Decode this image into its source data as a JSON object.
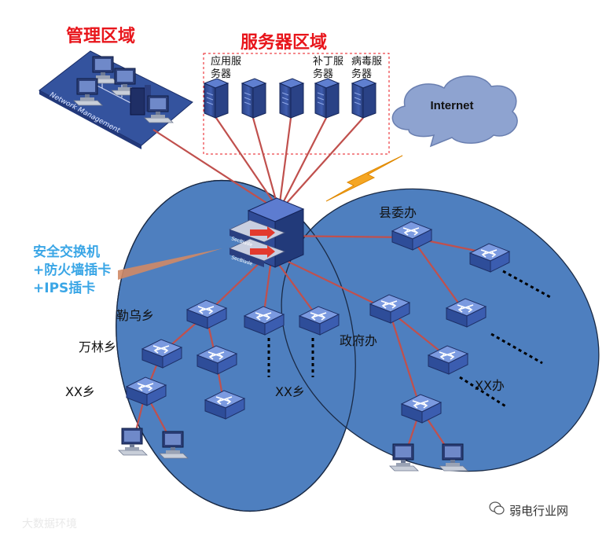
{
  "labels": {
    "mgmt_zone": "管理区域",
    "server_zone": "服务器区域",
    "internet": "Internet",
    "network_management": "Network Management",
    "app_server": [
      "应用服",
      "务器"
    ],
    "patch_server": [
      "补丁服",
      "务器"
    ],
    "av_server": [
      "病毒服",
      "务器"
    ],
    "security_switch": [
      "安全交换机",
      "+防火墙插卡",
      "+IPS插卡"
    ],
    "card_label": "SecBlade",
    "county_office": "县委办",
    "gov_office": "政府办",
    "xx_office": "XX办",
    "lewu_town": "勒乌乡",
    "wanlin_town": "万林乡",
    "xx_town_left": "XX乡",
    "xx_town_mid": "XX乡"
  },
  "watermarks": {
    "left": "大数据环境",
    "right": "弱电行业网"
  },
  "colors": {
    "zone_fill": "#4e7fbf",
    "zone_stroke": "#1a2a45",
    "link_red": "#c0504d",
    "title_red": "#e8151b",
    "caption_blue": "#3aa6e6",
    "cloud_fill": "#8ea3d0",
    "bolt_orange": "#f5a623",
    "device_blue": "#3c5aa0"
  }
}
